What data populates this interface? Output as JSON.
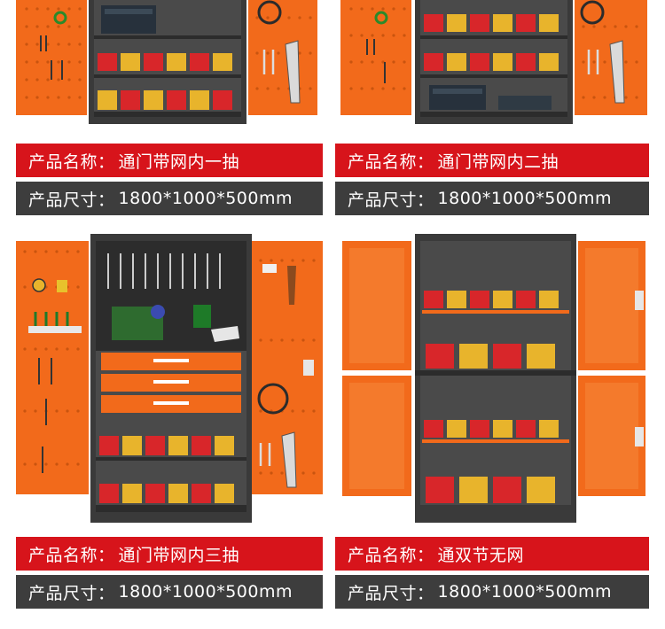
{
  "colors": {
    "orange": "#f26a1b",
    "orange_dark": "#d9540c",
    "body_dark": "#3a3a3a",
    "interior": "#4a4a4a",
    "bin_red": "#d8262a",
    "bin_yellow": "#e8b42c",
    "label_red": "#d7141b",
    "label_dark": "#3d3d3d"
  },
  "products": [
    {
      "name_key": "产品名称：",
      "name_value": "通门带网内一抽",
      "size_key": "产品尺寸：",
      "size_value": "1800*1000*500mm"
    },
    {
      "name_key": "产品名称：",
      "name_value": "通门带网内二抽",
      "size_key": "产品尺寸：",
      "size_value": "1800*1000*500mm"
    },
    {
      "name_key": "产品名称：",
      "name_value": "通门带网内三抽",
      "size_key": "产品尺寸：",
      "size_value": "1800*1000*500mm"
    },
    {
      "name_key": "产品名称：",
      "name_value": "通双节无网",
      "size_key": "产品尺寸：",
      "size_value": "1800*1000*500mm"
    }
  ]
}
